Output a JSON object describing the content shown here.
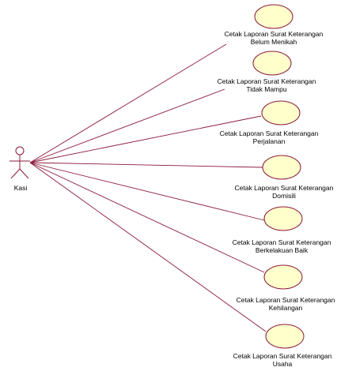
{
  "diagram": {
    "actor": {
      "name": "Kasi"
    },
    "use_cases": [
      {
        "lines": [
          "Cetak Laporan Surat Keterangan",
          "Belum Menikah"
        ]
      },
      {
        "lines": [
          "Cetak Laporan Surat Keterangan",
          "Tidak Mampu"
        ]
      },
      {
        "lines": [
          "Cetak Laporan Surat Keterangan",
          "Perjalanan"
        ]
      },
      {
        "lines": [
          "Cetak Laporan Surat Keterangan",
          "Domisili"
        ]
      },
      {
        "lines": [
          "Cetak Laporan Surat Keterangan",
          "Berkelakuan Baik"
        ]
      },
      {
        "lines": [
          "Cetak Laporan Surat Keterangan",
          "Kehilangan"
        ]
      },
      {
        "lines": [
          "Cetak Laporan Surat Keterangan",
          "Usaha"
        ]
      }
    ],
    "colors": {
      "line": "#8b1a3a",
      "usecase_fill": "#ffffcc"
    }
  }
}
